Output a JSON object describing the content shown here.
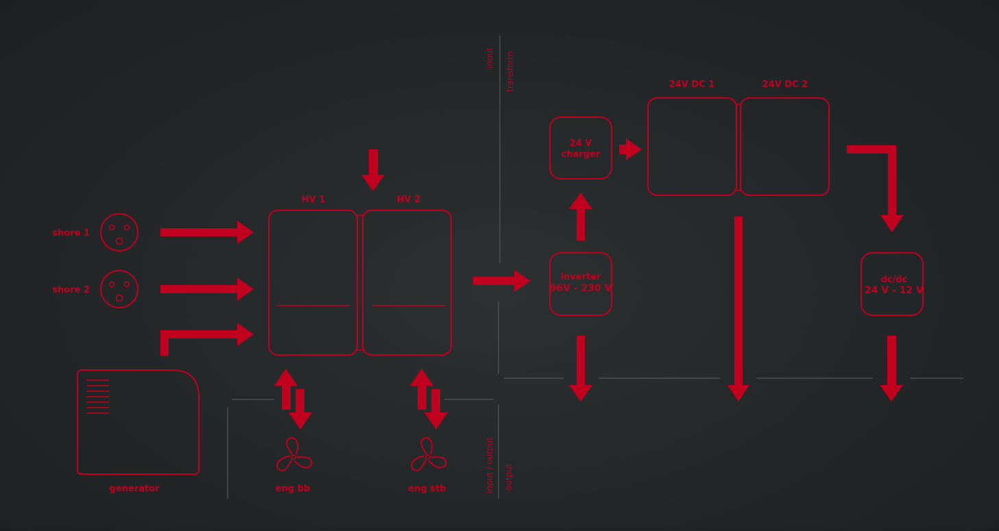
{
  "colors": {
    "accent": "#c1001f",
    "background": "#222527",
    "divider": "#5d6163"
  },
  "zones": {
    "input": "input",
    "transform": "transform",
    "input_output_left": "input / output",
    "input_output_right": "output"
  },
  "sources": {
    "shore1": "shore 1",
    "shore2": "shore 2",
    "generator": "generator"
  },
  "hv": {
    "hv1": "HV 1",
    "hv2": "HV 2"
  },
  "engines": {
    "bb": "eng bb",
    "stb": "eng stb"
  },
  "inverter": {
    "line1": "inverter",
    "line2": "96V - 230 V"
  },
  "charger": {
    "line1": "24 V",
    "line2": "charger"
  },
  "dc": {
    "dc1": "24V DC 1",
    "dc2": "24V DC 2"
  },
  "dcdc": {
    "line1": "dc/dc",
    "line2": "24 V - 12 V"
  },
  "icons": {
    "socket": "shore-socket-icon",
    "fan": "engine-fan-icon",
    "arrow": "power-flow-arrow-icon"
  }
}
